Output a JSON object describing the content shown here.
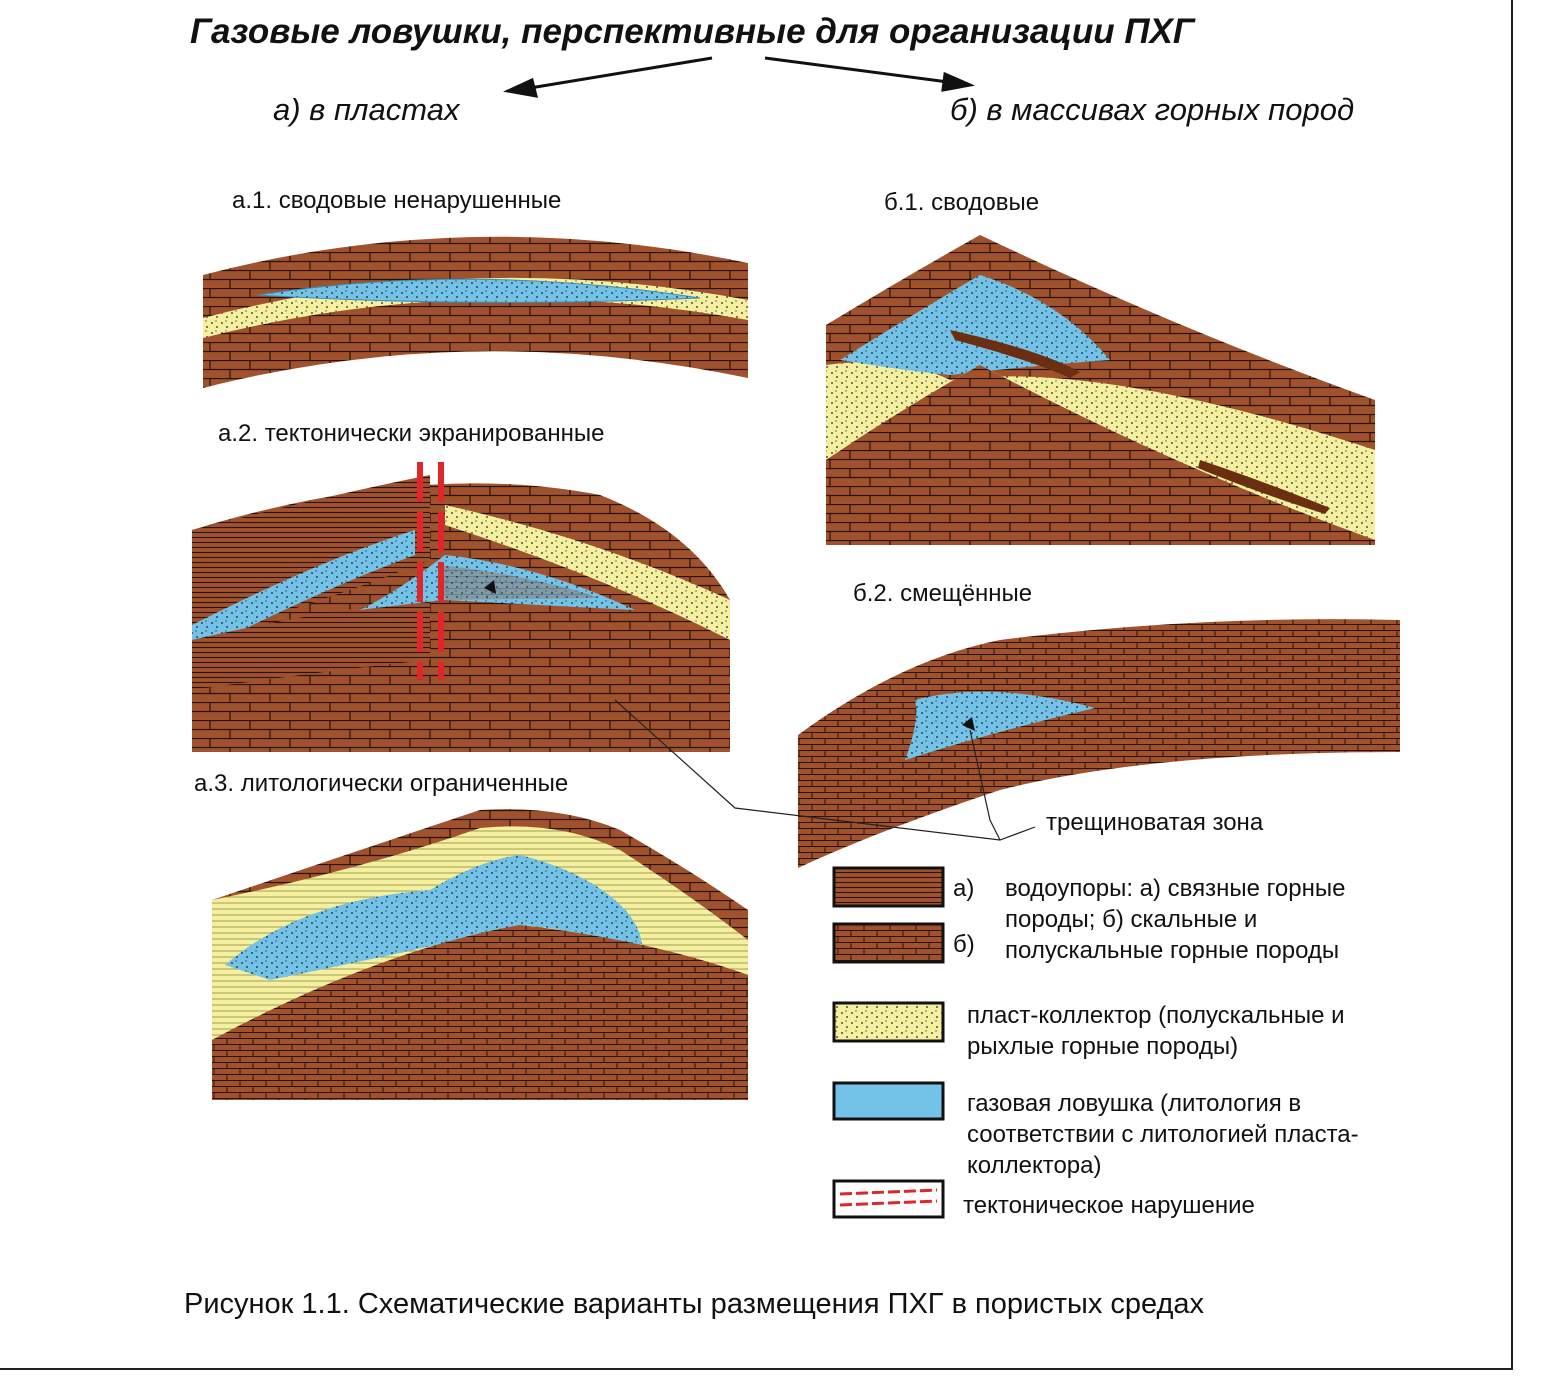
{
  "title": "Газовые ловушки, перспективные для организации ПХГ",
  "branches": {
    "a": "а) в пластах",
    "b": "б) в массивах горных пород"
  },
  "panels": {
    "a1": "а.1. сводовые ненарушенные",
    "a2": "а.2. тектонически экранированные",
    "a3": "а.3. литологически ограниченные",
    "b1": "б.1. сводовые",
    "b2": "б.2. смещённые"
  },
  "annotation": "трещиноватая зона",
  "legend": {
    "aquitard_a": "а)",
    "aquitard_b": "б)",
    "aquitard_line1": "водоупоры: а) связные горные",
    "aquitard_line2": "породы; б) скальные и",
    "aquitard_line3": "полускальные горные породы",
    "reservoir_line1": "пласт-коллектор (полускальные и",
    "reservoir_line2": "рыхлые горные породы)",
    "trap_line1": "газовая ловушка (литология в",
    "trap_line2": "соответствии с литологией пласта-",
    "trap_line3": "коллектора)",
    "fault": "тектоническое нарушение"
  },
  "caption": "Рисунок 1.1. Схематические варианты размещения ПХГ  в пористых средах",
  "colors": {
    "aquitard": "#a0522d",
    "reservoir": "#f5f0a0",
    "gas_trap": "#74c2e8",
    "fault": "#e0262a"
  }
}
